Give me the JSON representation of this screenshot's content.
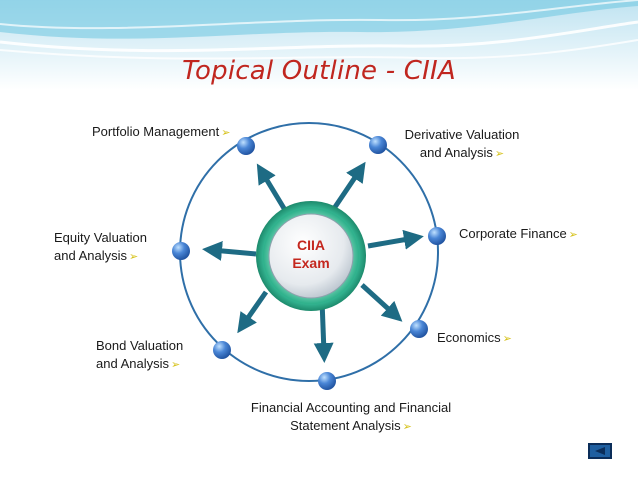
{
  "title": "Topical Outline - CIIA",
  "center": {
    "line1": "CIIA",
    "line2": "Exam"
  },
  "topics": [
    {
      "line1": "Portfolio Management",
      "line2": ""
    },
    {
      "line1": "Derivative Valuation",
      "line2": "and Analysis"
    },
    {
      "line1": "Corporate Finance",
      "line2": ""
    },
    {
      "line1": "Economics",
      "line2": ""
    },
    {
      "line1": "Financial Accounting and Financial",
      "line2": "Statement Analysis"
    },
    {
      "line1": "Bond Valuation",
      "line2": "and Analysis"
    },
    {
      "line1": "Equity Valuation",
      "line2": "and Analysis"
    }
  ],
  "bullet_glyph": "➢",
  "colors": {
    "title": "#c0261f",
    "ring": "#2f6fa8",
    "arrow": "#1e6b84",
    "node": "#3a78c8",
    "center": "#3fc0a0"
  },
  "icons": {
    "topic_marker": "arrow-bullet-icon",
    "nav": "back-arrow-icon"
  }
}
